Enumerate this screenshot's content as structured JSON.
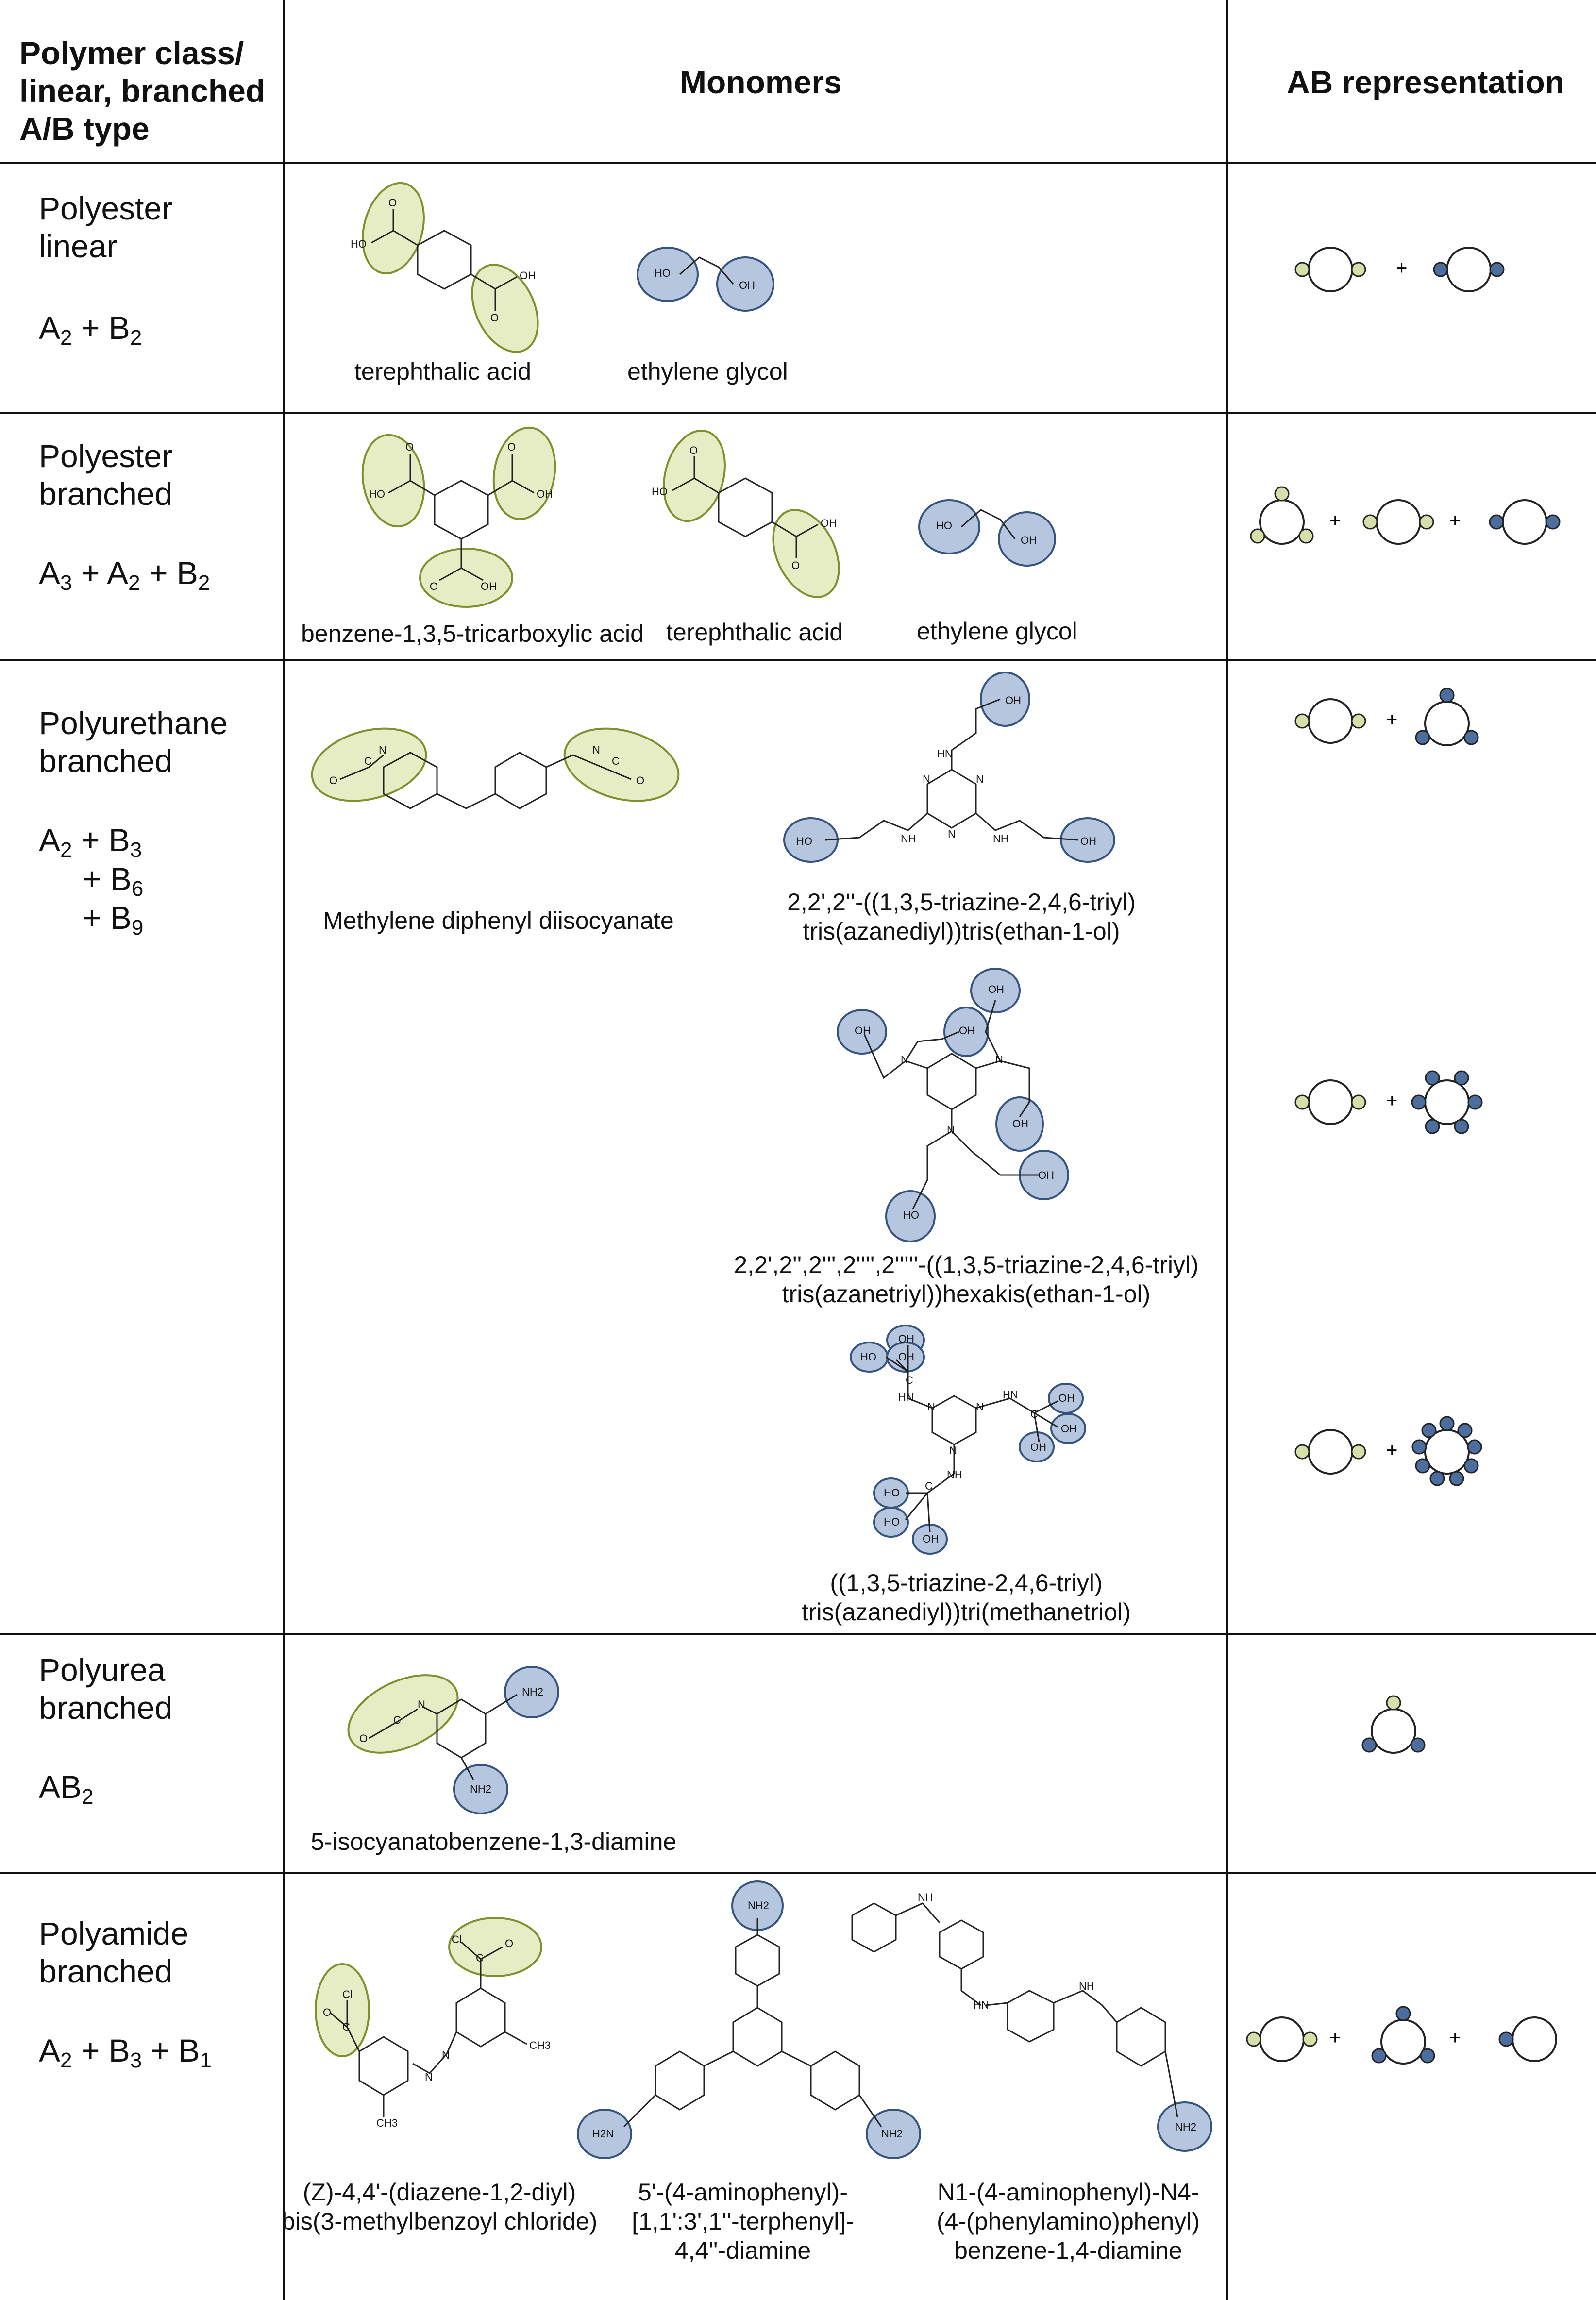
{
  "headers": {
    "col1": [
      "Polymer class/",
      "linear, branched",
      "A/B type"
    ],
    "col2": "Monomers",
    "col3": "AB representation"
  },
  "rows": [
    {
      "class_lines": [
        "Polyester",
        "linear"
      ],
      "formula": [
        [
          "A",
          "2"
        ],
        [
          " + B",
          "2"
        ]
      ],
      "monomers": [
        {
          "name": "terephthalic acid",
          "group_colors": [
            "A",
            "A"
          ]
        },
        {
          "name": "ethylene glycol",
          "group_colors": [
            "B",
            "B"
          ]
        }
      ],
      "ab": [
        {
          "core": "A",
          "arms": 2
        },
        "+",
        {
          "core": "B",
          "arms": 2
        }
      ]
    },
    {
      "class_lines": [
        "Polyester",
        "branched"
      ],
      "formula": [
        [
          "A",
          "3"
        ],
        [
          " +  A",
          "2"
        ],
        [
          " + B",
          "2"
        ]
      ],
      "monomers": [
        {
          "name": "benzene-1,3,5-tricarboxylic acid",
          "group_colors": [
            "A",
            "A",
            "A"
          ]
        },
        {
          "name": "terephthalic acid",
          "group_colors": [
            "A",
            "A"
          ]
        },
        {
          "name": "ethylene glycol",
          "group_colors": [
            "B",
            "B"
          ]
        }
      ],
      "ab": [
        {
          "core": "A",
          "arms": 3
        },
        "+",
        {
          "core": "A",
          "arms": 2
        },
        "+",
        {
          "core": "B",
          "arms": 2
        }
      ]
    },
    {
      "class_lines": [
        "Polyurethane",
        "branched"
      ],
      "formula_lines": [
        [
          [
            "A",
            "2"
          ],
          [
            " +  B",
            "3"
          ]
        ],
        [
          [
            "+  B",
            "6"
          ]
        ],
        [
          [
            "+  B",
            "9"
          ]
        ]
      ],
      "monomers": [
        {
          "name": "Methylene diphenyl diisocyanate"
        },
        {
          "name_lines": [
            "2,2',2''-((1,3,5-triazine-2,4,6-triyl)",
            "tris(azanediyl))tris(ethan-1-ol)"
          ]
        },
        {
          "name_lines": [
            "2,2',2'',2''',2'''',2'''''-((1,3,5-triazine-2,4,6-triyl)",
            "tris(azanetriyl))hexakis(ethan-1-ol)"
          ]
        },
        {
          "name_lines": [
            "((1,3,5-triazine-2,4,6-triyl)",
            "tris(azanediyl))tri(methanetriol)"
          ]
        }
      ],
      "ab": [
        [
          {
            "core": "A",
            "arms": 2
          },
          "+",
          {
            "core": "B",
            "arms": 3
          }
        ],
        [
          {
            "core": "A",
            "arms": 2
          },
          "+",
          {
            "core": "B",
            "arms": 6
          }
        ],
        [
          {
            "core": "A",
            "arms": 2
          },
          "+",
          {
            "core": "B",
            "arms": 9
          }
        ]
      ]
    },
    {
      "class_lines": [
        "Polyurea",
        "branched"
      ],
      "formula": [
        [
          "AB",
          "2"
        ]
      ],
      "monomers": [
        {
          "name": "5-isocyanatobenzene-1,3-diamine"
        }
      ],
      "ab": [
        {
          "core": "AB2"
        }
      ]
    },
    {
      "class_lines": [
        "Polyamide",
        "branched"
      ],
      "formula": [
        [
          "A",
          "2"
        ],
        [
          "  +  B",
          "3"
        ],
        [
          " +  B",
          "1"
        ]
      ],
      "monomers": [
        {
          "name_lines": [
            "(Z)-4,4'-(diazene-1,2-diyl)",
            "bis(3-methylbenzoyl chloride)"
          ]
        },
        {
          "name_lines": [
            "5'-(4-aminophenyl)-",
            "[1,1':3',1''-terphenyl]-",
            "4,4''-diamine"
          ]
        },
        {
          "name_lines": [
            "N1-(4-aminophenyl)-N4-",
            "(4-(phenylamino)phenyl)",
            "benzene-1,4-diamine"
          ]
        }
      ],
      "ab": [
        {
          "core": "A",
          "arms": 2
        },
        "+",
        {
          "core": "B",
          "arms": 3
        },
        "+",
        {
          "core": "B",
          "arms": 1
        }
      ]
    }
  ],
  "atoms": {
    "oh": "OH",
    "ho": "HO",
    "o": "O",
    "n": "N",
    "c": "C",
    "nh": "NH",
    "hn": "HN",
    "nh2": "NH2",
    "h2n": "H2N",
    "cl": "Cl",
    "ch3": "CH3"
  },
  "plus": "+",
  "colors": {
    "A_fill": "#e6ecc4",
    "A_stroke": "#7f8f2e",
    "B_fill": "#b7c6df",
    "B_stroke": "#34537e",
    "A_dot": "#d4dfa9",
    "B_dot": "#4c6e9e"
  }
}
